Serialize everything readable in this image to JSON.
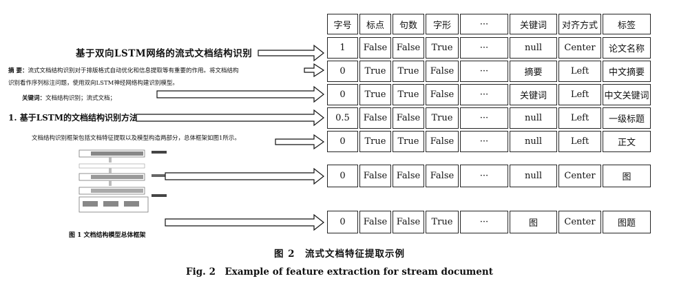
{
  "document": {
    "title": "基于双向LSTM网络的流式文档结构识别",
    "abstract_label": "摘 要：",
    "abstract_line1": "流式文档结构识别对于排版格式自动优化和信息提取等有重要的作用。将文档结构",
    "abstract_line2": "识别看作序列标注问题，使用双向LSTM神经网络构建识别模型。",
    "keywords_label": "关键词：",
    "keywords_text": "文档结构识别；流式文档；",
    "section_heading": "1. 基于LSTM的文档结构识别方法",
    "body_text": "文档结构识别框架包括文档特征提取以及模型构造两部分，总体框架如图1所示。",
    "figure_caption": "图 1 文档结构模型总体框架"
  },
  "table": {
    "headers": [
      "字号",
      "标点",
      "句数",
      "字形",
      "···",
      "关键词",
      "对齐方式",
      "标签"
    ],
    "rows": [
      [
        "1",
        "False",
        "False",
        "True",
        "···",
        "null",
        "Center",
        "论文名称"
      ],
      [
        "0",
        "True",
        "True",
        "False",
        "···",
        "摘要",
        "Left",
        "中文摘要"
      ],
      [
        "0",
        "True",
        "True",
        "False",
        "···",
        "关键词",
        "Left",
        "中文关键词"
      ],
      [
        "0.5",
        "False",
        "False",
        "True",
        "···",
        "null",
        "Left",
        "一级标题"
      ],
      [
        "0",
        "True",
        "True",
        "False",
        "···",
        "null",
        "Left",
        "正文"
      ],
      [
        "0",
        "False",
        "False",
        "False",
        "···",
        "null",
        "Center",
        "图"
      ],
      [
        "0",
        "False",
        "False",
        "True",
        "···",
        "图",
        "Center",
        "图题"
      ]
    ]
  },
  "caption": {
    "cn": "图 2　流式文档特征提取示例",
    "en": "Fig. 2　Example of feature extraction for stream document"
  }
}
